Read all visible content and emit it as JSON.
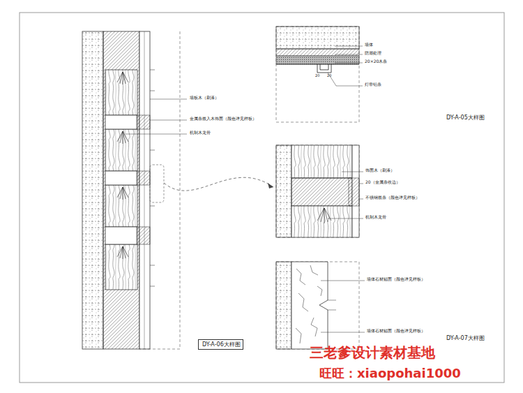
{
  "diagram": {
    "nodes": [
      {
        "text": [
          "DY-A-06大样图"
        ]
      }
    ],
    "labels": [
      "墙板木（刷漆）",
      "金属条嵌入木饰面（颜色详见样板）",
      "机制木龙骨",
      "墙体",
      "防潮处理",
      "20×20木条",
      "灯带铝条",
      "DY-A-05大样图",
      "饰面木（刷漆）",
      "20（金属条收边）",
      "不锈钢嵌条（颜色详见样板）",
      "机制木龙骨",
      "墙体石材贴面（颜色详见样板）",
      "墙体石材贴面（颜色详见样板）",
      "DY-A-07大样图",
      "20",
      "20",
      "三老爹设计素材基地",
      "旺旺：xiaopohai1000"
    ]
  }
}
